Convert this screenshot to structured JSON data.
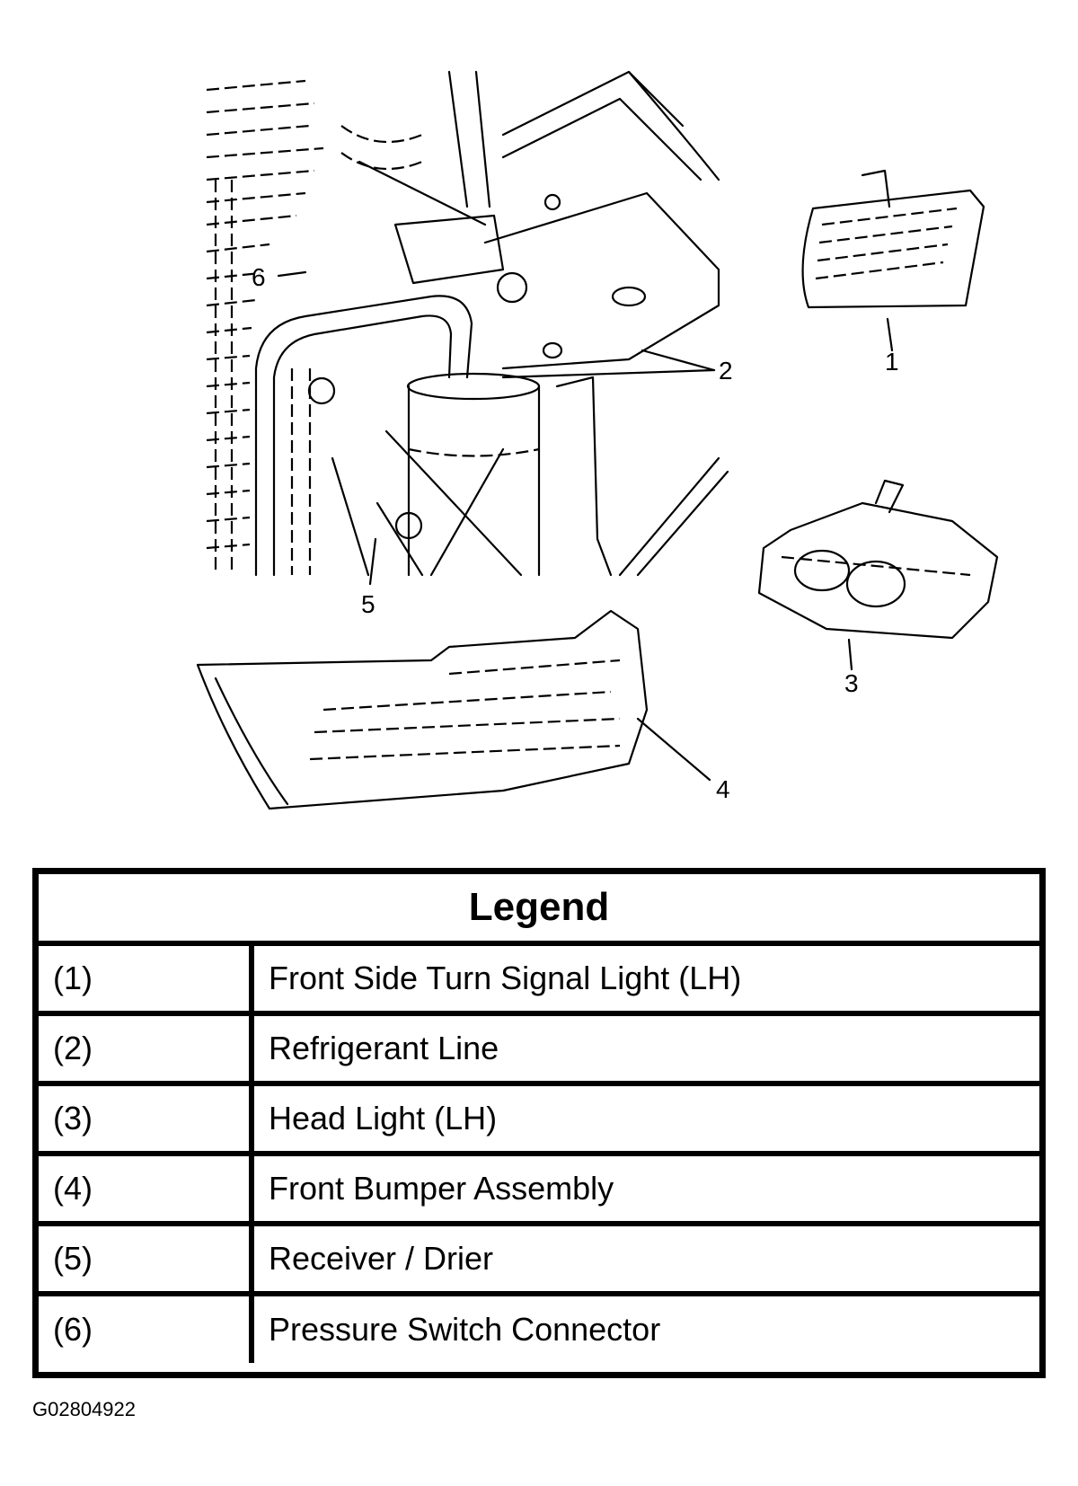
{
  "callouts": [
    "1",
    "2",
    "3",
    "4",
    "5",
    "6"
  ],
  "legend": {
    "title": "Legend",
    "rows": [
      {
        "num": "(1)",
        "desc": "Front Side Turn Signal Light (LH)"
      },
      {
        "num": "(2)",
        "desc": "Refrigerant Line"
      },
      {
        "num": "(3)",
        "desc": "Head Light (LH)"
      },
      {
        "num": "(4)",
        "desc": "Front Bumper Assembly"
      },
      {
        "num": "(5)",
        "desc": "Receiver / Drier"
      },
      {
        "num": "(6)",
        "desc": "Pressure Switch Connector"
      }
    ]
  },
  "figure_id": "G02804922"
}
